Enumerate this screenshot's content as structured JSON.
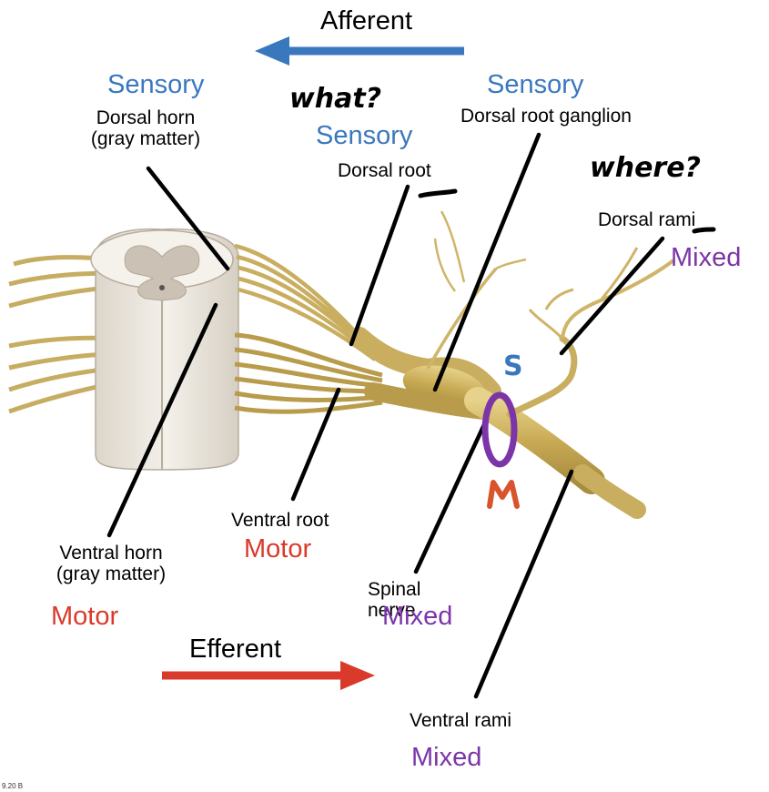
{
  "header": {
    "afferent_label": "Afferent",
    "efferent_label": "Efferent"
  },
  "colors": {
    "sensory": "#3a78be",
    "motor": "#d93a2b",
    "mixed": "#7b35a8",
    "nerve": "#d8c070",
    "spinal_cord": "#ece7df",
    "gray_matter": "#c9c0b3"
  },
  "labels": {
    "dorsal_horn": {
      "category": "Sensory",
      "line1": "Dorsal horn",
      "line2": "(gray matter)"
    },
    "dorsal_root": {
      "category": "Sensory",
      "name": "Dorsal root"
    },
    "dorsal_root_ganglion": {
      "category": "Sensory",
      "name": "Dorsal root ganglion"
    },
    "dorsal_rami": {
      "category": "Mixed",
      "name": "Dorsal rami"
    },
    "ventral_root": {
      "category": "Motor",
      "name": "Ventral root"
    },
    "ventral_horn": {
      "category": "Motor",
      "line1": "Ventral horn",
      "line2": "(gray matter)"
    },
    "spinal_nerve": {
      "category": "Mixed",
      "line1": "Spinal",
      "line2": "nerve"
    },
    "ventral_rami": {
      "category": "Mixed",
      "name": "Ventral rami"
    }
  },
  "annotations": {
    "what_note": "what?",
    "where_note": "where?",
    "s_mark": "S",
    "m_mark": "M"
  },
  "figure_number": "9.20 B"
}
